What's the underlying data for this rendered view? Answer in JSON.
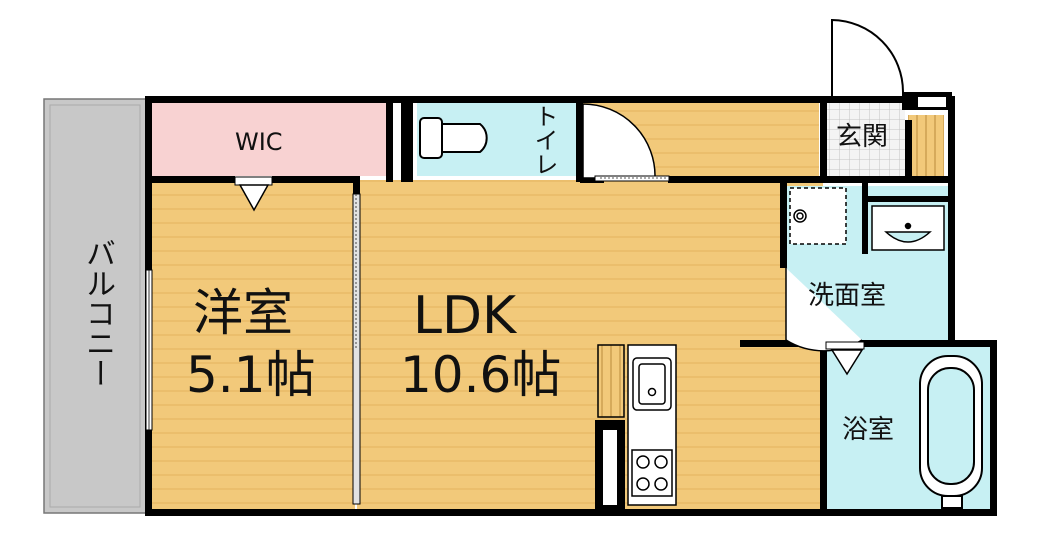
{
  "rooms": {
    "wic": "WIC",
    "toilet": "トイレ",
    "entrance": "玄関",
    "washroom": "洗面室",
    "bathroom": "浴室",
    "balcony": "バルコニー",
    "western_room": {
      "name": "洋室",
      "size": "5.1帖"
    },
    "ldk": {
      "name": "LDK",
      "size": "10.6帖"
    }
  },
  "colors": {
    "wood": "#f2c97a",
    "wood_stripe": "#e7b65f",
    "wic": "#f8d2d2",
    "wet_area": "#c7f0f3",
    "balcony": "#c8c8c8",
    "wall": "#000000"
  }
}
